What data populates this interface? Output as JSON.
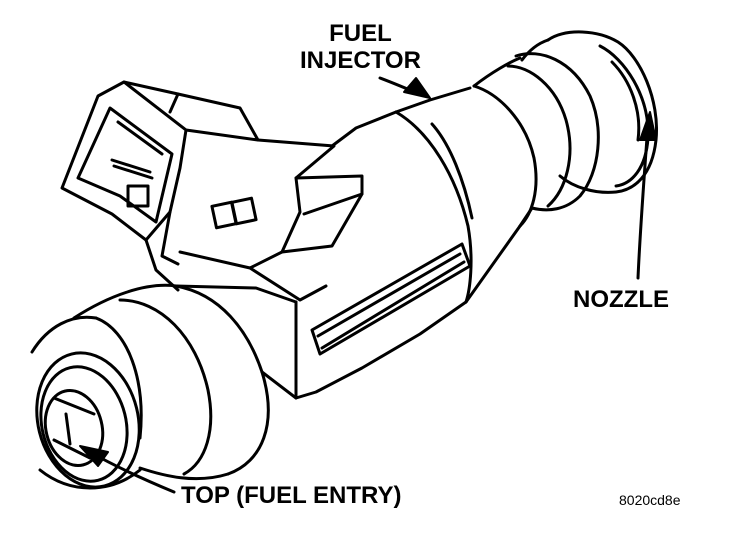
{
  "labels": {
    "fuel_injector_line1": "FUEL",
    "fuel_injector_line2": "INJECTOR",
    "nozzle": "NOZZLE",
    "top_fuel_entry": "TOP (FUEL ENTRY)"
  },
  "figure_code": "8020cd8e",
  "colors": {
    "ink": "#000000",
    "paper": "#ffffff"
  }
}
